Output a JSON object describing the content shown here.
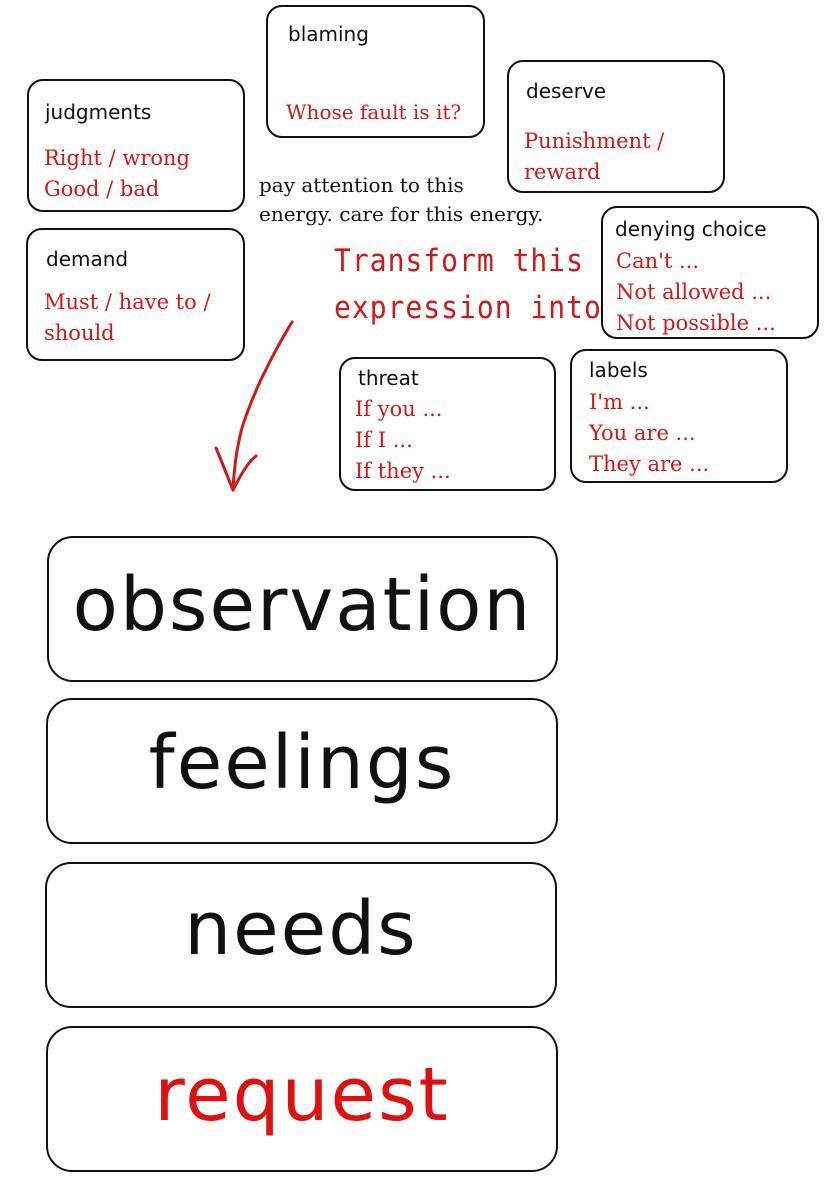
{
  "boxes": {
    "blaming": {
      "title": "blaming",
      "lines": [
        "Whose fault is it?"
      ]
    },
    "judgments": {
      "title": "judgments",
      "lines": [
        "Right / wrong",
        "Good / bad"
      ]
    },
    "deserve": {
      "title": "deserve",
      "lines": [
        "Punishment /",
        "reward"
      ]
    },
    "demand": {
      "title": "demand",
      "lines": [
        "Must / have to /",
        "should"
      ]
    },
    "denying_choice": {
      "title": "denying choice",
      "lines": [
        "Can't ...",
        "Not allowed ...",
        "Not possible ..."
      ]
    },
    "threat": {
      "title": "threat",
      "lines": [
        "If you ...",
        "If I ...",
        "If they ..."
      ]
    },
    "labels": {
      "title": "labels",
      "lines": [
        "I'm ...",
        "You are ...",
        "They are ..."
      ]
    }
  },
  "note": {
    "lines": [
      "pay attention to this",
      "energy. care for this energy."
    ]
  },
  "transform": {
    "lines": [
      "Transform this",
      "expression into"
    ]
  },
  "steps": [
    "observation",
    "feelings",
    "needs",
    "request"
  ],
  "colors": {
    "red": "#d01818",
    "ink": "#111111"
  }
}
